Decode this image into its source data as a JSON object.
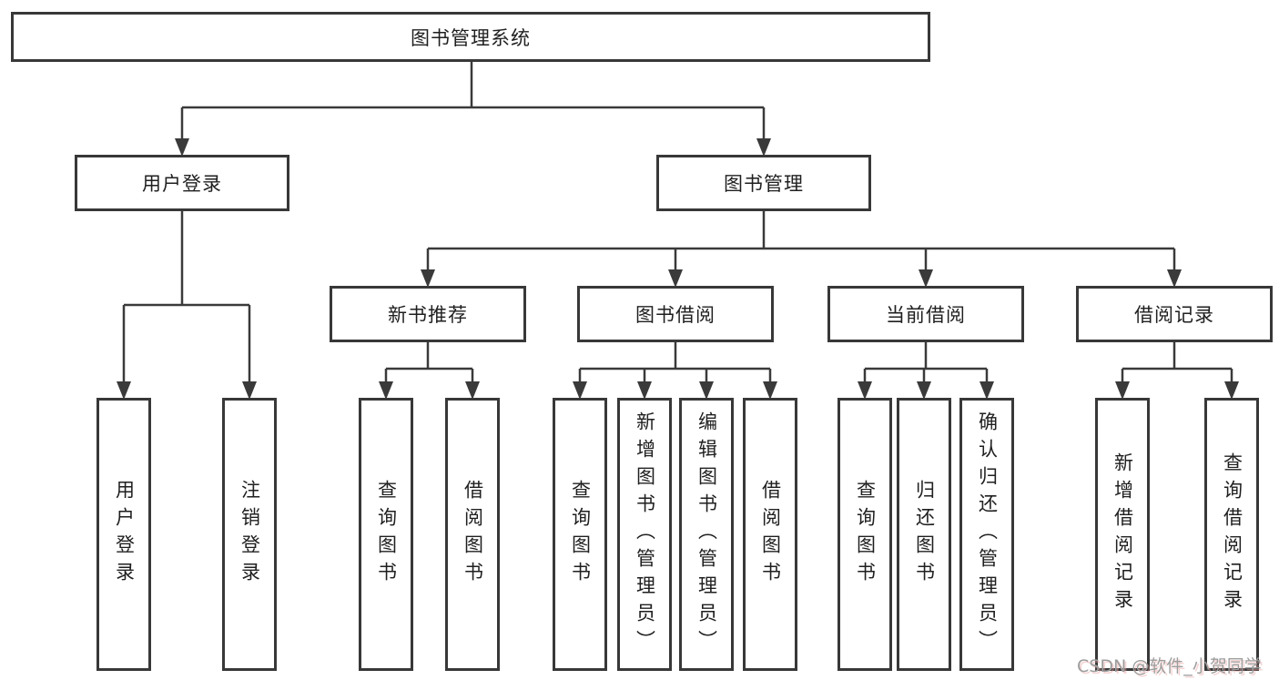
{
  "diagram": {
    "root": {
      "label": "图书管理系统"
    },
    "branches": {
      "user_login": {
        "label": "用户登录",
        "children": [
          "用户登录",
          "注销登录"
        ]
      },
      "book_mgmt": {
        "label": "图书管理",
        "sections": [
          {
            "label": "新书推荐",
            "children": [
              "查询图书",
              "借阅图书"
            ]
          },
          {
            "label": "图书借阅",
            "children": [
              "查询图书",
              "新增图书（管理员）",
              "编辑图书（管理员）",
              "借阅图书"
            ]
          },
          {
            "label": "当前借阅",
            "children": [
              "查询图书",
              "归还图书",
              "确认归还（管理员）"
            ]
          },
          {
            "label": "借阅记录",
            "children": [
              "新增借阅记录",
              "查询借阅记录"
            ]
          }
        ]
      }
    }
  },
  "watermark": {
    "text": "CSDN @软件_小贺同学"
  },
  "colors": {
    "line": "#3a3a3a",
    "box_border": "#383838",
    "text": "#1f1f1f",
    "background": "#ffffff",
    "watermark": "#9d9d9d"
  }
}
